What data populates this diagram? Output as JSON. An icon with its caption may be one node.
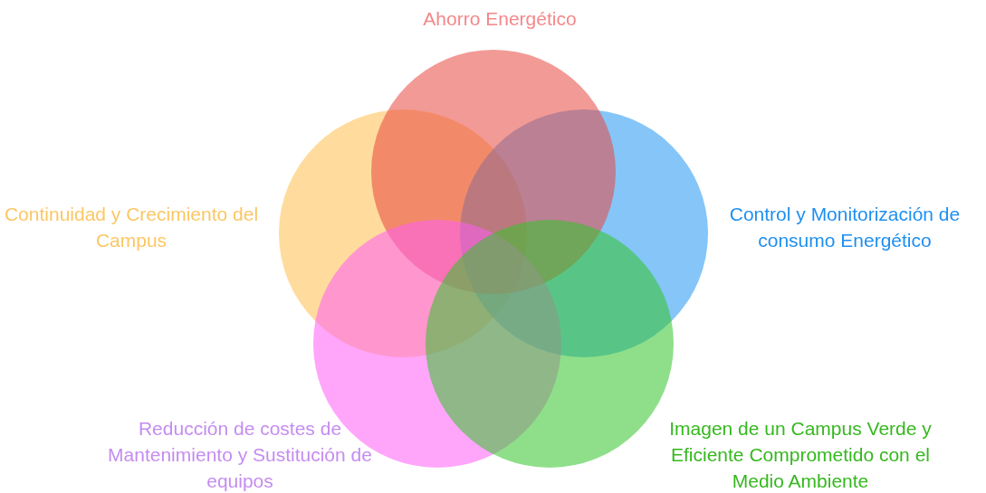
{
  "diagram": {
    "nodes": [
      {
        "text": [
          "Ahorro Energético"
        ]
      },
      {
        "text": [
          "Continuidad y Crecimiento del Campus"
        ]
      },
      {
        "text": [
          "Control y Monitorización de consumo Energético"
        ]
      },
      {
        "text": [
          "Reducción de costes de Mantenimiento y Sustitución de equipos"
        ]
      },
      {
        "text": [
          "Imagen de un Campus Verde y Eficiente Comprometido con el Medio Ambiente"
        ]
      }
    ]
  }
}
